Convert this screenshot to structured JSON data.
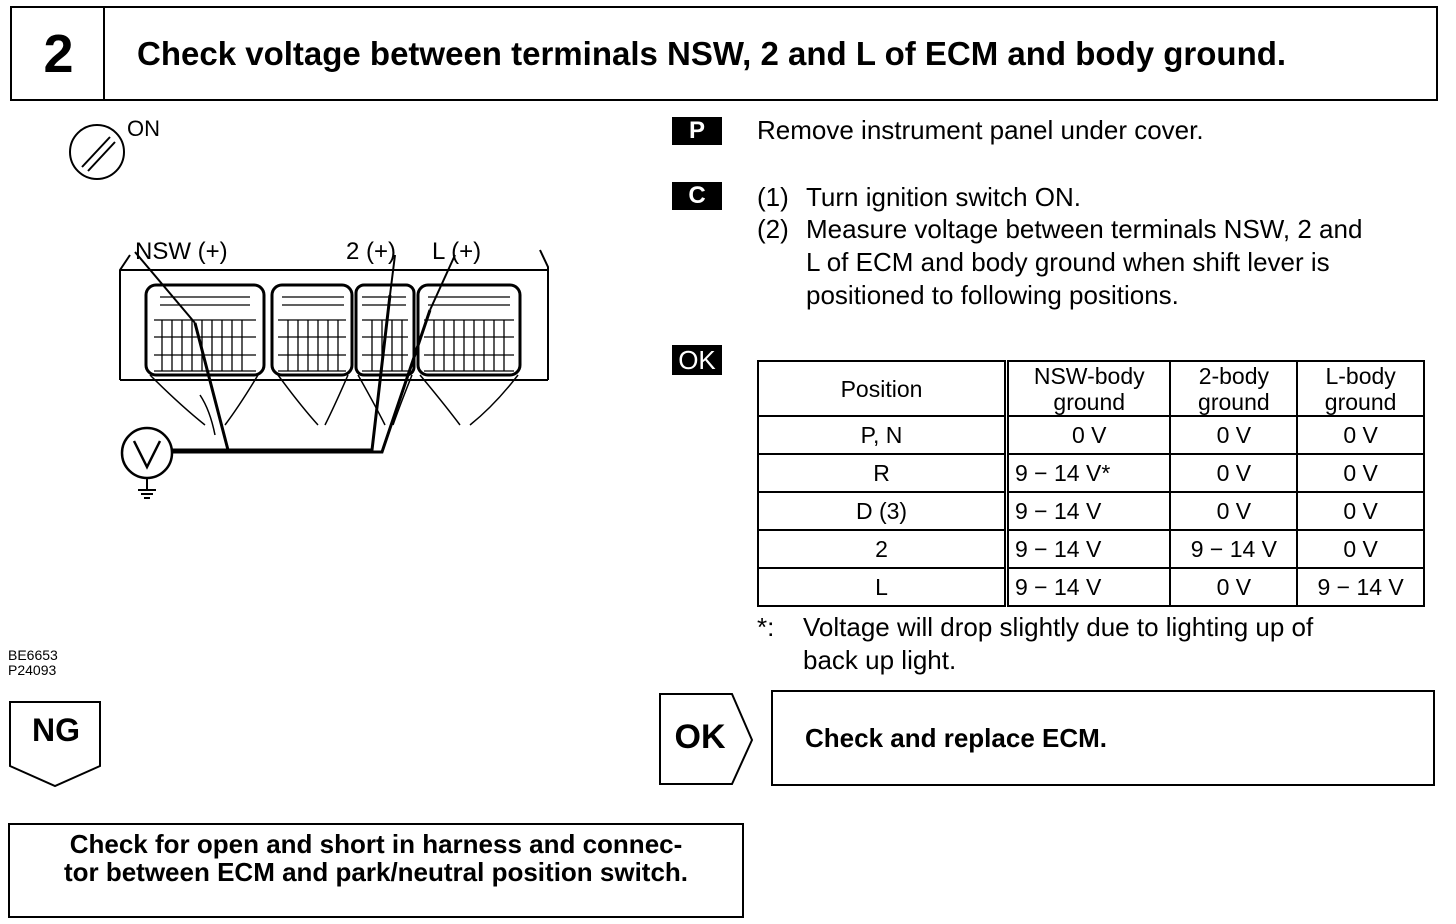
{
  "step": {
    "number": "2",
    "title": "Check voltage between terminals NSW, 2 and L of ECM and body ground."
  },
  "diagram": {
    "ignition_label": "ON",
    "terminal_nsw": "NSW (+)",
    "terminal_2": "2 (+)",
    "terminal_l": "L (+)",
    "meter_symbol": "V",
    "codes": [
      "BE6653",
      "P24093"
    ]
  },
  "instructions": {
    "prep_tag": "P",
    "prep_text": "Remove instrument panel under cover.",
    "check_tag": "C",
    "check_steps": [
      {
        "num": "(1)",
        "lines": [
          "Turn ignition switch ON."
        ]
      },
      {
        "num": "(2)",
        "lines": [
          "Measure voltage between terminals NSW, 2 and",
          "L of ECM and body ground when shift lever is",
          "positioned to following positions."
        ]
      }
    ],
    "ok_tag": "OK"
  },
  "table": {
    "headers": [
      [
        "Position"
      ],
      [
        "NSW-body",
        "ground"
      ],
      [
        "2-body",
        "ground"
      ],
      [
        "L-body",
        "ground"
      ]
    ],
    "rows": [
      [
        "P, N",
        "0 V",
        "0 V",
        "0 V"
      ],
      [
        "R",
        "9 − 14 V*",
        "0 V",
        "0 V"
      ],
      [
        "D (3)",
        "9 − 14 V",
        "0 V",
        "0 V"
      ],
      [
        "2",
        "9 − 14 V",
        "9 − 14 V",
        "0 V"
      ],
      [
        "L",
        "9 − 14 V",
        "0 V",
        "9 − 14 V"
      ]
    ],
    "footnote_mark": "*:",
    "footnote_lines": [
      "Voltage will drop slightly due to lighting up of",
      "back up light."
    ]
  },
  "results": {
    "ok_label": "OK",
    "ok_action": "Check and replace ECM.",
    "ng_label": "NG",
    "ng_action_lines": [
      "Check for open and short in harness and connec-",
      "tor between ECM and park/neutral position switch."
    ]
  }
}
